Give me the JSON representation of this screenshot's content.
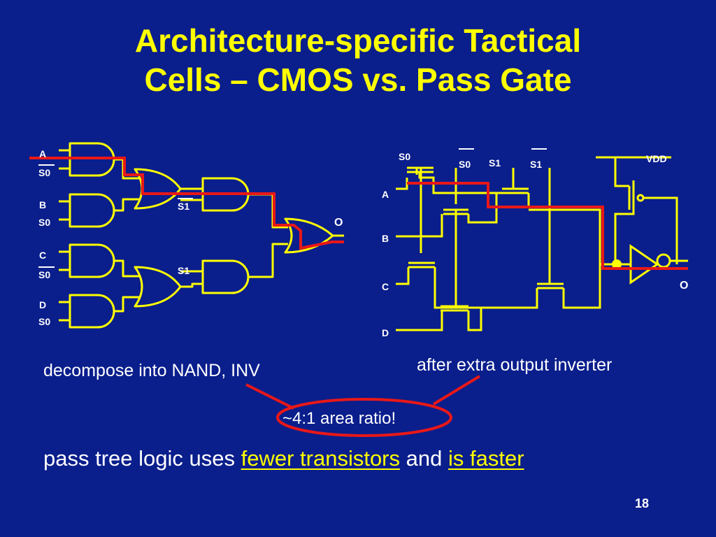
{
  "title": {
    "line1": "Architecture-specific Tactical",
    "line2": "Cells – CMOS vs. Pass Gate"
  },
  "cmos_circuit": {
    "inputs": {
      "a": "A",
      "s0_bar_1": "S0",
      "b": "B",
      "s0_1": "S0",
      "c": "C",
      "s0_bar_2": "S0",
      "d": "D",
      "s0_2": "S0"
    },
    "s1_bar_label": "S1",
    "s1_label": "S1",
    "output": "O"
  },
  "pass_circuit": {
    "s0": "S0",
    "s0_bar": "S0",
    "s1": "S1",
    "s1_bar": "S1",
    "vdd": "VDD",
    "a": "A",
    "b": "B",
    "c": "C",
    "d": "D",
    "output": "O"
  },
  "captions": {
    "left": "decompose into NAND, INV",
    "right": "after extra output inverter",
    "ratio": "~4:1 area ratio!"
  },
  "conclusion": {
    "prefix": "pass tree logic uses",
    "link1": "fewer transistors",
    "middle": "and",
    "link2": "is faster"
  },
  "page_number": "18",
  "colors": {
    "background": "#0a1e8c",
    "title": "#ffff00",
    "wire": "#ffff00",
    "path_highlight": "#e81818",
    "text": "#ffffff"
  }
}
